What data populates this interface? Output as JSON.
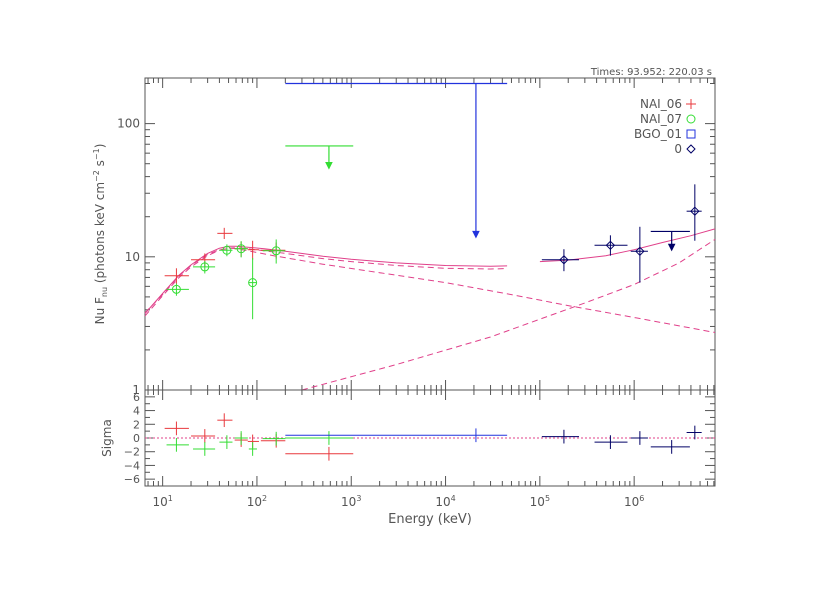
{
  "header": {
    "times": "Times: 93.952: 220.03 s"
  },
  "colors": {
    "nai06": "#e8383d",
    "nai07": "#33dd33",
    "bgo01": "#2233dd",
    "ul0": "#000066",
    "model": "#e0408a",
    "axis": "#555555"
  },
  "chart_data": [
    {
      "type": "scatter",
      "panel": "spectrum",
      "xlabel": "Energy (keV)",
      "ylabel_parts": {
        "main": "Nu F",
        "sub": "nu",
        "unit_a": " (photons keV cm",
        "exp_a": "−2",
        "unit_b": " s",
        "exp_b": "−1",
        "close": ")"
      },
      "xscale": "log",
      "yscale": "log",
      "xlim": [
        6.5,
        7200000
      ],
      "ylim": [
        1,
        220
      ],
      "yticks": [
        {
          "v": 1,
          "label": "1"
        },
        {
          "v": 10,
          "label": "10"
        },
        {
          "v": 100,
          "label": "100"
        }
      ],
      "legend": {
        "position": "top-right",
        "entries": [
          {
            "name": "NAI_06",
            "symbol": "plus",
            "color": "#e8383d"
          },
          {
            "name": "NAI_07",
            "symbol": "circle",
            "color": "#33dd33"
          },
          {
            "name": "BGO_01",
            "symbol": "square",
            "color": "#2233dd"
          },
          {
            "name": "0",
            "symbol": "diamond",
            "color": "#000066"
          }
        ]
      },
      "series": [
        {
          "name": "NAI_06",
          "color": "#e8383d",
          "symbol": "plus",
          "points": [
            {
              "x": 14,
              "xlo": 10.5,
              "xhi": 19,
              "y": 7.2,
              "ylo": 6.3,
              "yhi": 8.2
            },
            {
              "x": 28,
              "xlo": 20,
              "xhi": 36,
              "y": 9.5,
              "ylo": 8.4,
              "yhi": 10.6
            },
            {
              "x": 45,
              "xlo": 38,
              "xhi": 55,
              "y": 15,
              "ylo": 13.6,
              "yhi": 16.5
            },
            {
              "x": 68,
              "xlo": 58,
              "xhi": 80,
              "y": 11.5,
              "ylo": 10,
              "yhi": 13
            },
            {
              "x": 90,
              "xlo": 80,
              "xhi": 105,
              "y": 11.3,
              "ylo": 9.5,
              "yhi": 13.2
            },
            {
              "x": 160,
              "xlo": 110,
              "xhi": 200,
              "y": 11.2,
              "ylo": 9.7,
              "yhi": 12.8
            }
          ]
        },
        {
          "name": "NAI_07",
          "color": "#33dd33",
          "symbol": "circle",
          "points": [
            {
              "x": 14,
              "xlo": 11,
              "xhi": 19,
              "y": 5.7,
              "ylo": 5.1,
              "yhi": 6.3
            },
            {
              "x": 28,
              "xlo": 21,
              "xhi": 36,
              "y": 8.4,
              "ylo": 7.5,
              "yhi": 9.3
            },
            {
              "x": 48,
              "xlo": 40,
              "xhi": 55,
              "y": 11.2,
              "ylo": 10.1,
              "yhi": 12.4
            },
            {
              "x": 68,
              "xlo": 58,
              "xhi": 80,
              "y": 11.5,
              "ylo": 9.9,
              "yhi": 13.1
            },
            {
              "x": 90,
              "xlo": 82,
              "xhi": 100,
              "y": 6.4,
              "ylo": 3.4,
              "yhi": 9.8
            },
            {
              "x": 160,
              "xlo": 115,
              "xhi": 200,
              "y": 11.1,
              "ylo": 8.9,
              "yhi": 13.5
            }
          ]
        },
        {
          "name": "BGO_01",
          "color": "#2233dd",
          "symbol": "square",
          "points": []
        },
        {
          "name": "0",
          "color": "#000066",
          "symbol": "diamond",
          "points": [
            {
              "x": 180000,
              "xlo": 105000,
              "xhi": 260000,
              "y": 9.5,
              "ylo": 7.8,
              "yhi": 11.4
            },
            {
              "x": 560000,
              "xlo": 380000,
              "xhi": 850000,
              "y": 12.2,
              "ylo": 10.2,
              "yhi": 14.5
            },
            {
              "x": 1150000,
              "xlo": 920000,
              "xhi": 1400000,
              "y": 11,
              "ylo": 6.4,
              "yhi": 16.8
            },
            {
              "x": 4400000,
              "xlo": 3600000,
              "xhi": 5200000,
              "y": 22,
              "ylo": 13.2,
              "yhi": 35
            }
          ]
        }
      ],
      "upper_limits": [
        {
          "color": "#33dd33",
          "x": 580,
          "xlo": 200,
          "xhi": 1050,
          "y": 68,
          "arrow_to": 46
        },
        {
          "color": "#2233dd",
          "x": 21000,
          "xlo": 200,
          "xhi": 45000,
          "y": 200,
          "arrow_to": 14
        },
        {
          "color": "#000066",
          "x": 2500000,
          "xlo": 1500000,
          "xhi": 3900000,
          "y": 15.5,
          "arrow_to": 11.2
        }
      ],
      "model": {
        "total_low": [
          [
            6.5,
            3.75
          ],
          [
            10,
            5.3
          ],
          [
            15,
            7.3
          ],
          [
            20,
            8.7
          ],
          [
            30,
            10.6
          ],
          [
            40,
            11.6
          ],
          [
            50,
            12
          ],
          [
            60,
            12
          ],
          [
            80,
            11.8
          ],
          [
            120,
            11.5
          ],
          [
            200,
            11
          ],
          [
            500,
            10.1
          ],
          [
            1000,
            9.6
          ],
          [
            3000,
            9
          ],
          [
            10000,
            8.6
          ],
          [
            30000,
            8.5
          ],
          [
            45000,
            8.55
          ]
        ],
        "band_low": [
          [
            6.5,
            3.6
          ],
          [
            10,
            5.1
          ],
          [
            15,
            7.0
          ],
          [
            20,
            8.4
          ],
          [
            30,
            10.2
          ],
          [
            40,
            11.2
          ],
          [
            50,
            11.6
          ],
          [
            60,
            11.7
          ],
          [
            80,
            11.5
          ],
          [
            120,
            11.1
          ],
          [
            200,
            10.6
          ],
          [
            500,
            9.7
          ],
          [
            1000,
            9.2
          ],
          [
            3000,
            8.6
          ],
          [
            10000,
            8.2
          ],
          [
            30000,
            8.1
          ],
          [
            45000,
            8.15
          ]
        ],
        "cutoff_pl": [
          [
            6.5,
            3.8
          ],
          [
            10,
            5.2
          ],
          [
            15,
            7.2
          ],
          [
            20,
            8.6
          ],
          [
            30,
            10.4
          ],
          [
            40,
            11.3
          ],
          [
            55,
            11.6
          ],
          [
            80,
            11.1
          ],
          [
            150,
            10.2
          ],
          [
            500,
            8.8
          ],
          [
            2000,
            7.6
          ],
          [
            10000,
            6.4
          ],
          [
            50000,
            5.2
          ],
          [
            200000,
            4.3
          ],
          [
            1000000,
            3.5
          ],
          [
            7200000,
            2.7
          ]
        ],
        "high_pl": [
          [
            300,
            1
          ],
          [
            3000,
            1.55
          ],
          [
            30000,
            2.5
          ],
          [
            300000,
            4.5
          ],
          [
            1000000,
            6.2
          ],
          [
            3000000,
            9
          ],
          [
            7200000,
            13.5
          ]
        ],
        "total_high": [
          [
            100000,
            9.2
          ],
          [
            200000,
            9.45
          ],
          [
            500000,
            10.2
          ],
          [
            1000000,
            11.3
          ],
          [
            2000000,
            12.8
          ],
          [
            4000000,
            14.4
          ],
          [
            7200000,
            16.2
          ]
        ]
      }
    },
    {
      "type": "scatter",
      "panel": "residuals",
      "ylabel": "Sigma",
      "xscale": "log",
      "xlim": [
        6.5,
        7200000
      ],
      "ylim": [
        -7,
        7
      ],
      "yticks": [
        {
          "v": 6,
          "label": "6"
        },
        {
          "v": 4,
          "label": "4"
        },
        {
          "v": 2,
          "label": "2"
        },
        {
          "v": 0,
          "label": "0"
        },
        {
          "v": -2,
          "label": "−2"
        },
        {
          "v": -4,
          "label": "−4"
        },
        {
          "v": -6,
          "label": "−6"
        }
      ],
      "xticks": [
        {
          "v": 10,
          "base": "10",
          "exp": "1"
        },
        {
          "v": 100,
          "base": "10",
          "exp": "2"
        },
        {
          "v": 1000,
          "base": "10",
          "exp": "3"
        },
        {
          "v": 10000,
          "base": "10",
          "exp": "4"
        },
        {
          "v": 100000,
          "base": "10",
          "exp": "5"
        },
        {
          "v": 1000000,
          "base": "10",
          "exp": "6"
        }
      ],
      "series": [
        {
          "name": "NAI_06",
          "color": "#e8383d",
          "points": [
            {
              "x": 14,
              "xlo": 10.5,
              "xhi": 19,
              "y": 1.4,
              "ylo": 0.4,
              "yhi": 2.4
            },
            {
              "x": 28,
              "xlo": 20,
              "xhi": 36,
              "y": 0.3,
              "ylo": -0.7,
              "yhi": 1.3
            },
            {
              "x": 45,
              "xlo": 38,
              "xhi": 55,
              "y": 2.6,
              "ylo": 1.6,
              "yhi": 3.6
            },
            {
              "x": 68,
              "xlo": 58,
              "xhi": 80,
              "y": -0.3,
              "ylo": -1.3,
              "yhi": 0.7
            },
            {
              "x": 90,
              "xlo": 80,
              "xhi": 105,
              "y": -0.5,
              "ylo": -1.5,
              "yhi": 0.5
            },
            {
              "x": 160,
              "xlo": 110,
              "xhi": 200,
              "y": -0.4,
              "ylo": -1.4,
              "yhi": 0.6
            },
            {
              "x": 580,
              "xlo": 200,
              "xhi": 1050,
              "y": -2.3,
              "ylo": -3.3,
              "yhi": -1.3
            }
          ]
        },
        {
          "name": "NAI_07",
          "color": "#33dd33",
          "points": [
            {
              "x": 14,
              "xlo": 11,
              "xhi": 19,
              "y": -1,
              "ylo": -2,
              "yhi": 0
            },
            {
              "x": 28,
              "xlo": 21,
              "xhi": 36,
              "y": -1.6,
              "ylo": -2.6,
              "yhi": -0.6
            },
            {
              "x": 48,
              "xlo": 40,
              "xhi": 55,
              "y": -0.6,
              "ylo": -1.6,
              "yhi": 0.4
            },
            {
              "x": 68,
              "xlo": 58,
              "xhi": 80,
              "y": 0,
              "ylo": -1,
              "yhi": 1
            },
            {
              "x": 90,
              "xlo": 82,
              "xhi": 100,
              "y": -1.6,
              "ylo": -2.6,
              "yhi": -0.6
            },
            {
              "x": 160,
              "xlo": 115,
              "xhi": 200,
              "y": -0.1,
              "ylo": -1.1,
              "yhi": 0.9
            },
            {
              "x": 580,
              "xlo": 200,
              "xhi": 1050,
              "y": 0,
              "ylo": -1,
              "yhi": 1
            }
          ]
        },
        {
          "name": "BGO_01",
          "color": "#2233dd",
          "points": [
            {
              "x": 21000,
              "xlo": 200,
              "xhi": 45000,
              "y": 0.4,
              "ylo": -0.6,
              "yhi": 1.4
            }
          ]
        },
        {
          "name": "0",
          "color": "#000066",
          "points": [
            {
              "x": 180000,
              "xlo": 105000,
              "xhi": 260000,
              "y": 0.2,
              "ylo": -0.8,
              "yhi": 1.2
            },
            {
              "x": 560000,
              "xlo": 380000,
              "xhi": 850000,
              "y": -0.6,
              "ylo": -1.6,
              "yhi": 0.4
            },
            {
              "x": 1150000,
              "xlo": 920000,
              "xhi": 1400000,
              "y": 0,
              "ylo": -1,
              "yhi": 1
            },
            {
              "x": 2500000,
              "xlo": 1500000,
              "xhi": 3900000,
              "y": -1.3,
              "ylo": -2.3,
              "yhi": -0.3
            },
            {
              "x": 4400000,
              "xlo": 3600000,
              "xhi": 5200000,
              "y": 0.8,
              "ylo": -0.2,
              "yhi": 1.8
            }
          ]
        }
      ]
    }
  ]
}
